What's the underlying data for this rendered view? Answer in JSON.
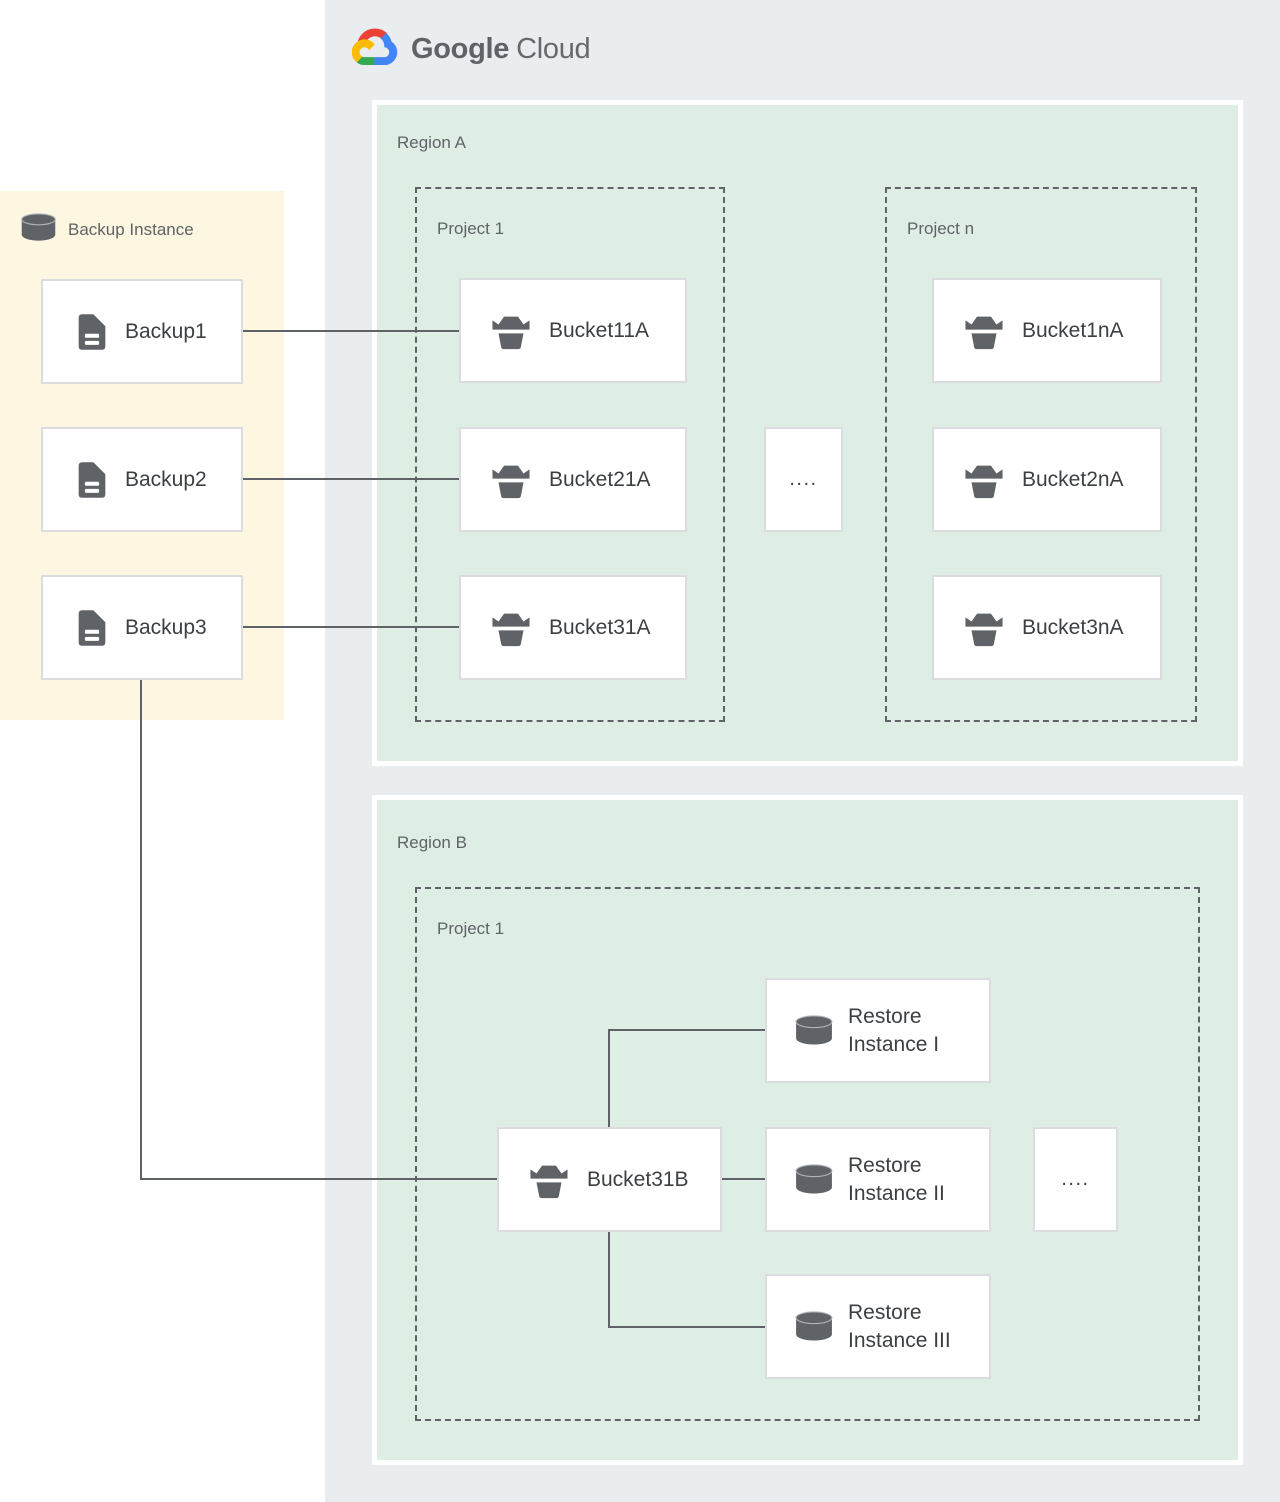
{
  "logo": {
    "google": "Google",
    "cloud": "Cloud"
  },
  "backup_panel": {
    "title": "Backup Instance",
    "backups": [
      "Backup1",
      "Backup2",
      "Backup3"
    ]
  },
  "region_a": {
    "label": "Region A",
    "project_1": {
      "label": "Project 1",
      "buckets": [
        "Bucket11A",
        "Bucket21A",
        "Bucket31A"
      ]
    },
    "project_n": {
      "label": "Project n",
      "buckets": [
        "Bucket1nA",
        "Bucket2nA",
        "Bucket3nA"
      ]
    },
    "ellipsis": "...."
  },
  "region_b": {
    "label": "Region B",
    "project_1": {
      "label": "Project 1",
      "bucket": "Bucket31B",
      "restore_instances": [
        "Restore Instance I",
        "Restore Instance II",
        "Restore Instance III"
      ],
      "ellipsis": "...."
    }
  },
  "icons": {
    "logo": "google-cloud-logo",
    "backup_item": "document-icon",
    "bucket_item": "storage-bucket-icon",
    "instance_item": "database-cylinder-icon"
  },
  "colors": {
    "cloud_panel_fill": "#e9edf0",
    "region_fill": "#dfeee5",
    "backup_panel_fill": "#fdf7e1",
    "node_border": "#dadce0",
    "connector": "#5f6368",
    "label_gray": "#5f6368",
    "node_text": "#3c4043",
    "google_red": "#ea4335",
    "google_blue": "#4285f4",
    "google_green": "#34a853",
    "google_yellow": "#fbbc05"
  }
}
